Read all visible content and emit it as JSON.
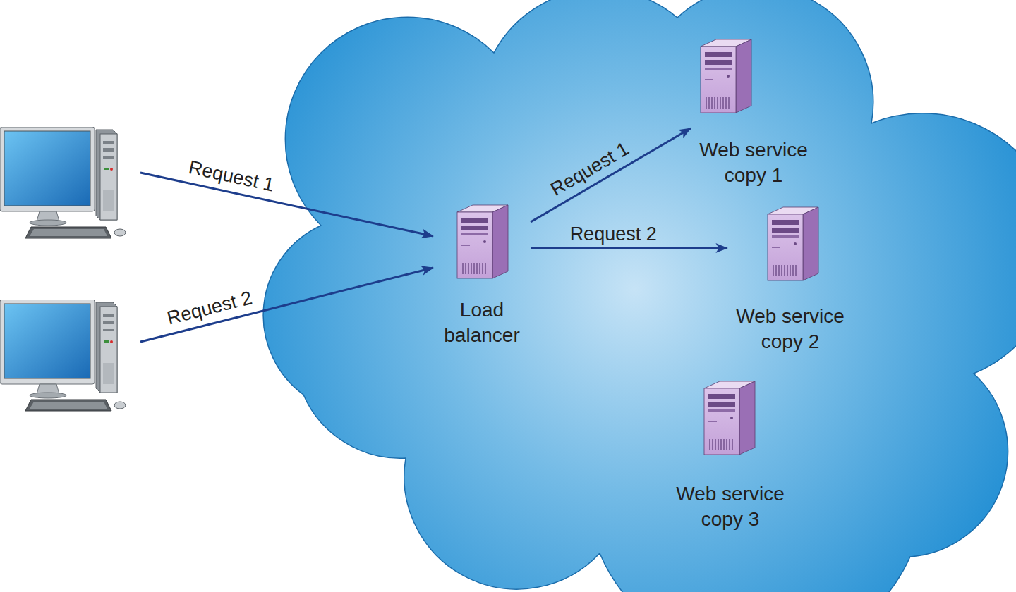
{
  "diagram": {
    "nodes": [
      {
        "text": []
      },
      {
        "text": []
      },
      {
        "text": [
          "Load balancer"
        ]
      },
      {
        "text": [
          "Web service copy 1"
        ]
      },
      {
        "text": [
          "Web service copy 2"
        ]
      },
      {
        "text": [
          "Web service copy 3"
        ]
      }
    ],
    "edges": [
      {
        "from": 0,
        "to": 2,
        "label": "Request 1",
        "arrow": "to"
      },
      {
        "from": 1,
        "to": 2,
        "label": "Request 2",
        "arrow": "to"
      },
      {
        "from": 2,
        "to": 3,
        "label": "Request 1",
        "arrow": "to"
      },
      {
        "from": 2,
        "to": 4,
        "label": "Request 2",
        "arrow": "to"
      }
    ]
  }
}
